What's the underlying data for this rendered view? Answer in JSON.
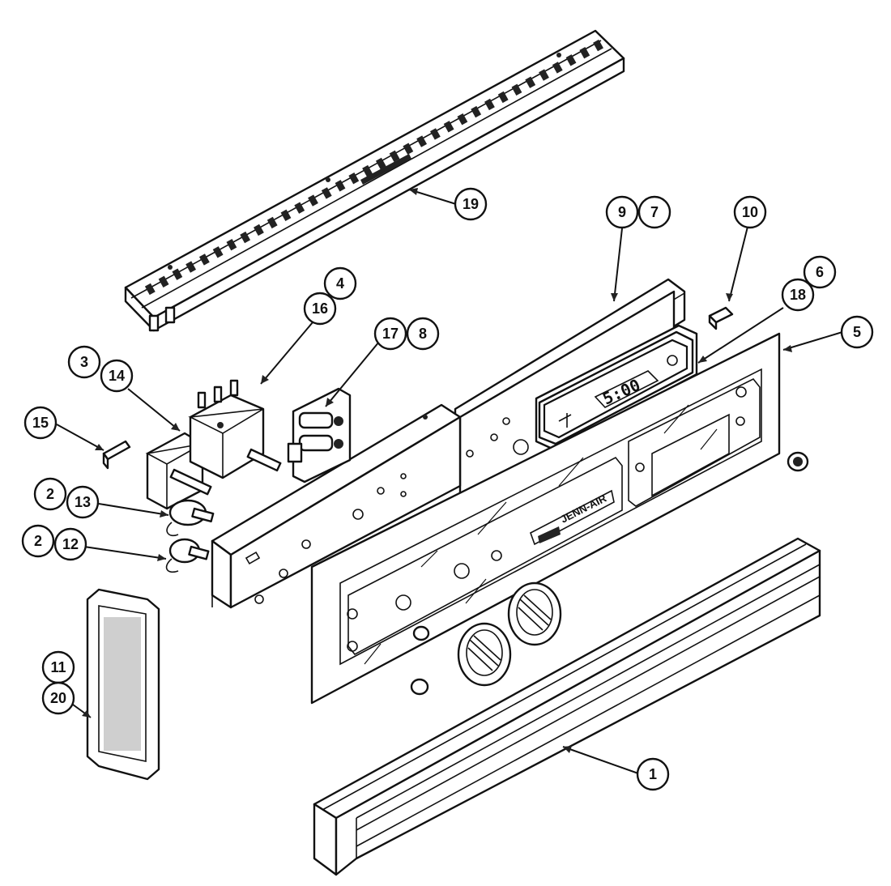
{
  "diagram": {
    "brand_label": "JENN-AIR",
    "clock_display": "5:00",
    "callouts": [
      {
        "id": "c1",
        "label": "1"
      },
      {
        "id": "c2a",
        "label": "2"
      },
      {
        "id": "c2b",
        "label": "2"
      },
      {
        "id": "c3",
        "label": "3"
      },
      {
        "id": "c4",
        "label": "4"
      },
      {
        "id": "c5",
        "label": "5"
      },
      {
        "id": "c6",
        "label": "6"
      },
      {
        "id": "c7",
        "label": "7"
      },
      {
        "id": "c8",
        "label": "8"
      },
      {
        "id": "c9",
        "label": "9"
      },
      {
        "id": "c10",
        "label": "10"
      },
      {
        "id": "c11",
        "label": "11"
      },
      {
        "id": "c12",
        "label": "12"
      },
      {
        "id": "c13",
        "label": "13"
      },
      {
        "id": "c14",
        "label": "14"
      },
      {
        "id": "c15",
        "label": "15"
      },
      {
        "id": "c16",
        "label": "16"
      },
      {
        "id": "c17",
        "label": "17"
      },
      {
        "id": "c18",
        "label": "18"
      },
      {
        "id": "c19",
        "label": "19"
      },
      {
        "id": "c20",
        "label": "20"
      }
    ]
  }
}
